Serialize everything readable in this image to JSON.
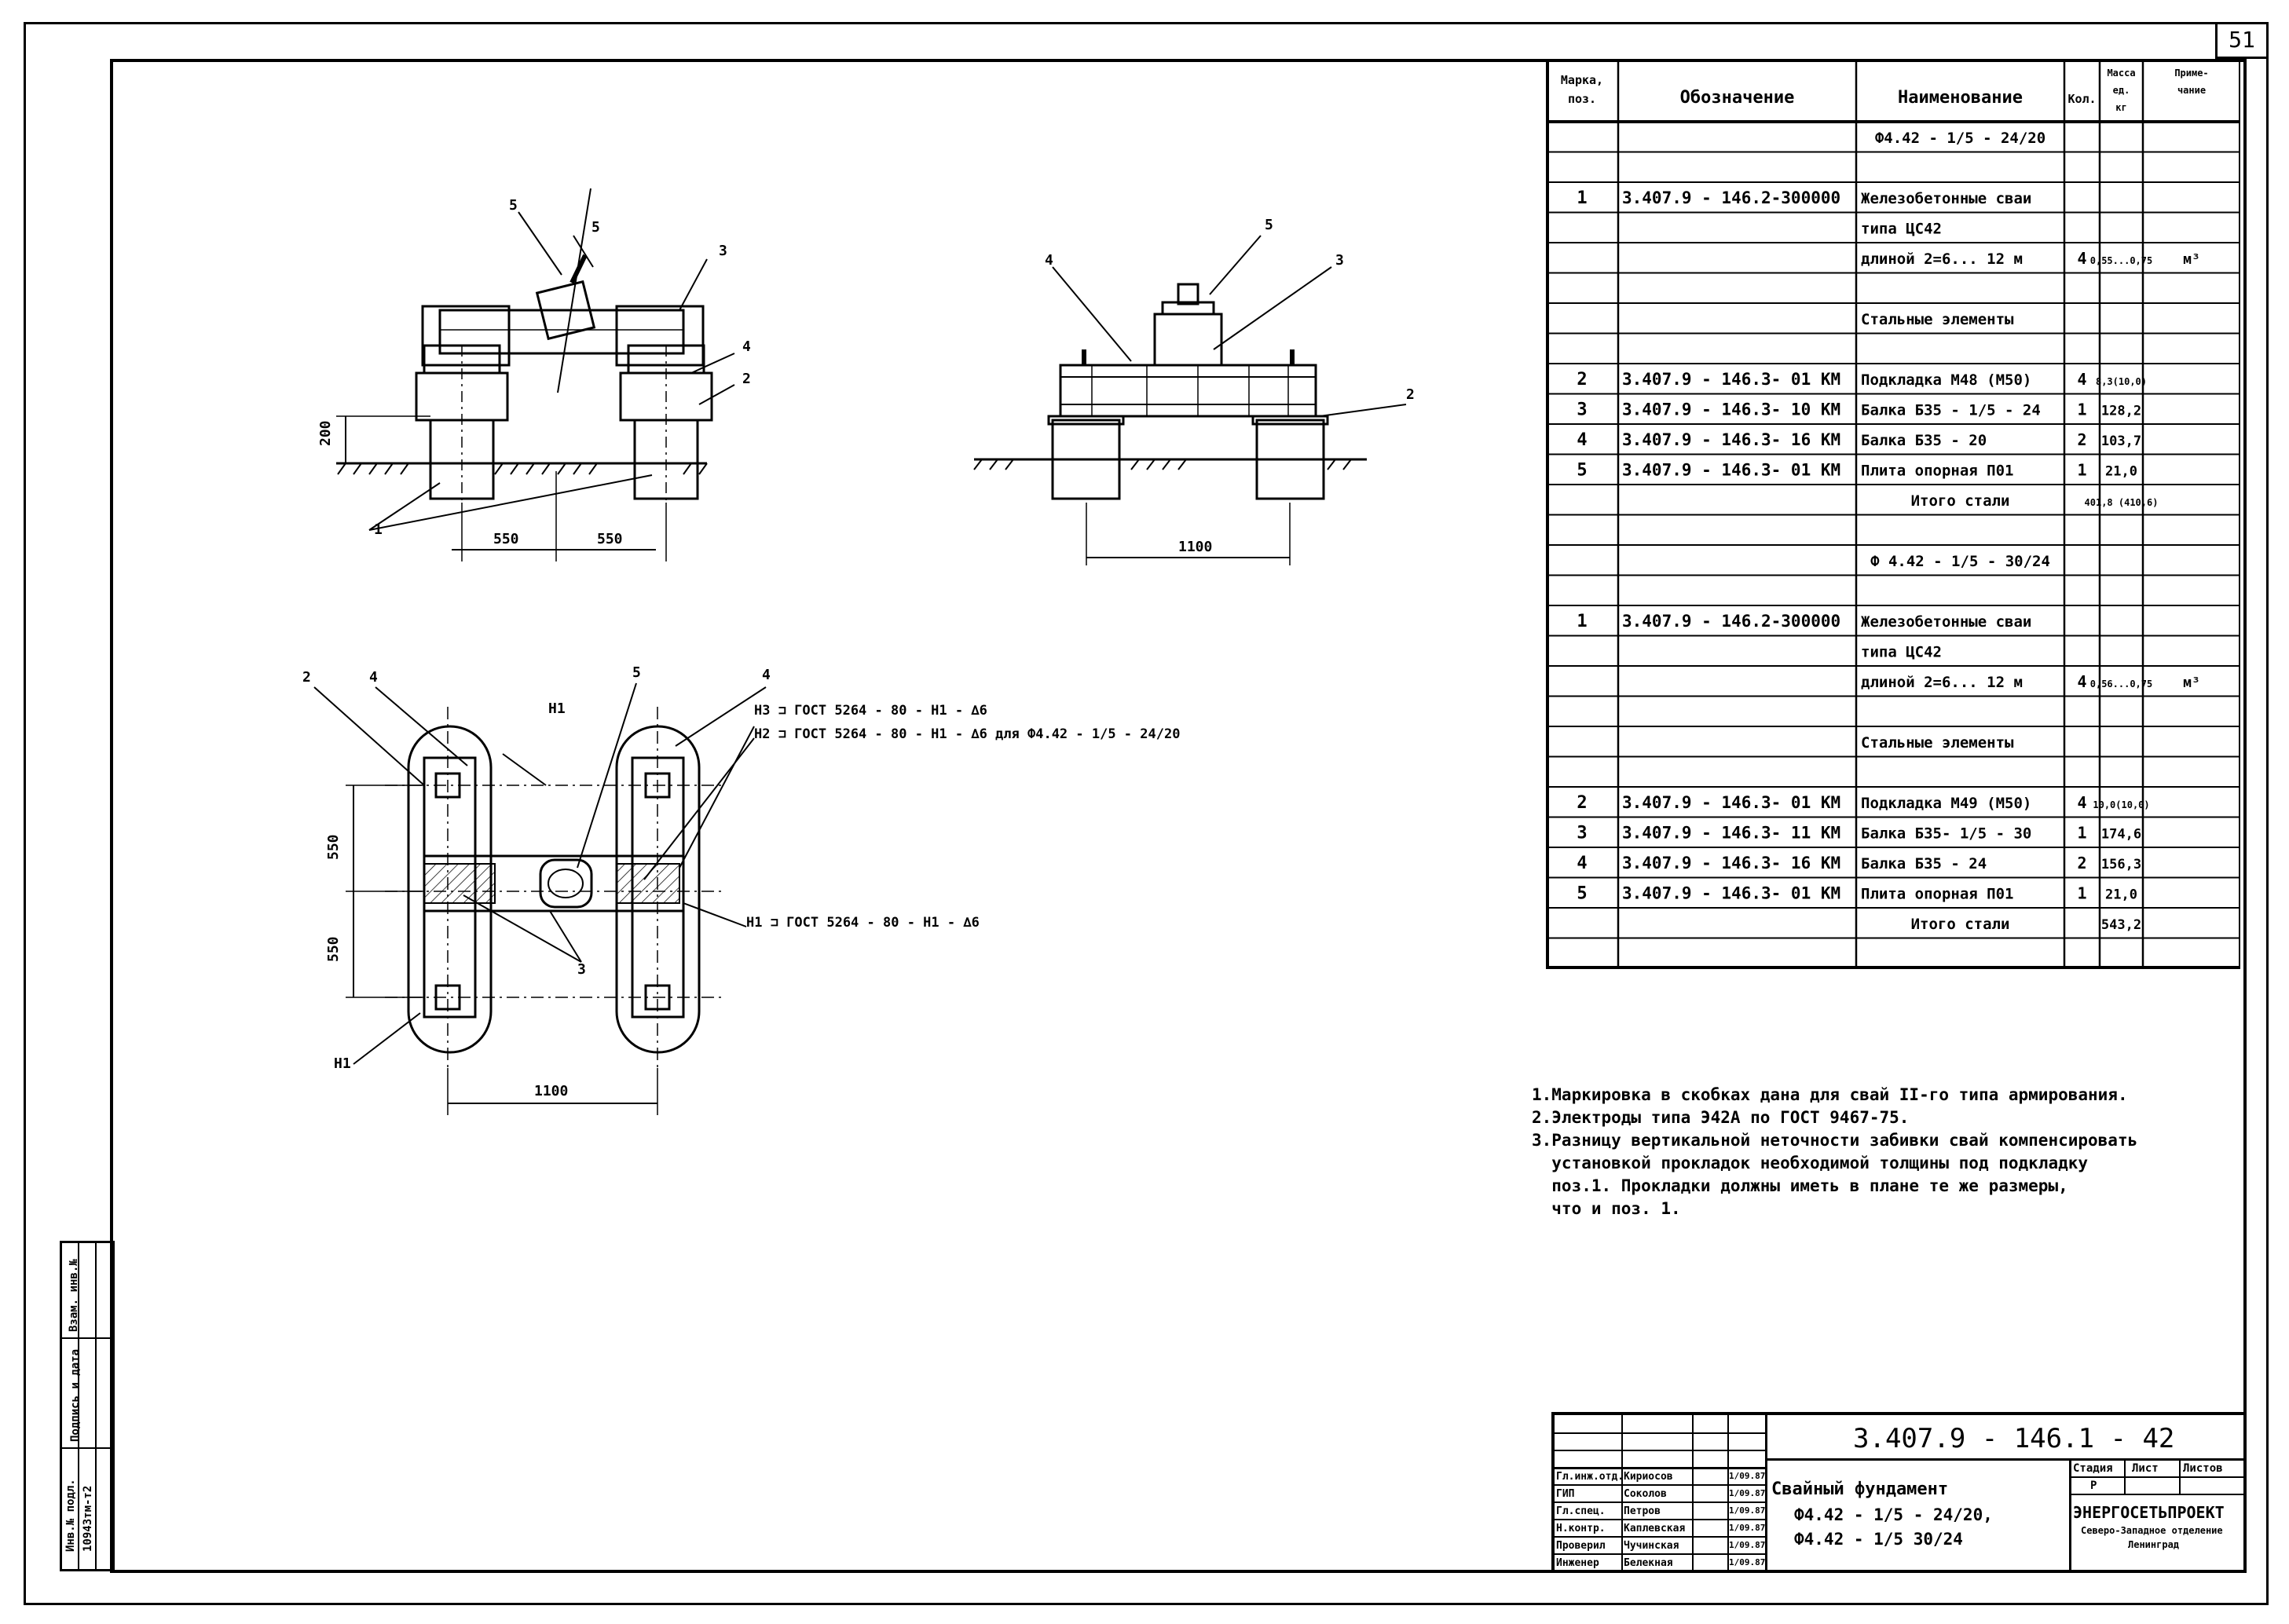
{
  "sheet_number": "51",
  "spec_table": {
    "headers": [
      "Марка, поз.",
      "Обозначение",
      "Наименование",
      "Кол.",
      "Масса ед. кг",
      "Приме- чание"
    ],
    "rows": [
      {
        "pos": "",
        "code": "",
        "name": "Ф4.42 - 1/5 - 24/20",
        "qty": "",
        "mass": "",
        "note": ""
      },
      {
        "pos": "",
        "code": "",
        "name": "",
        "qty": "",
        "mass": "",
        "note": ""
      },
      {
        "pos": "1",
        "code": "3.407.9 - 146.2-300000",
        "name": "Железобетонные сваи",
        "qty": "",
        "mass": "",
        "note": ""
      },
      {
        "pos": "",
        "code": "",
        "name": "типа ЦС42",
        "qty": "",
        "mass": "",
        "note": ""
      },
      {
        "pos": "",
        "code": "",
        "name": "длиной 2=6... 12 м",
        "qty": "4",
        "mass": "0,55...0,75",
        "note": "м³"
      },
      {
        "pos": "",
        "code": "",
        "name": "",
        "qty": "",
        "mass": "",
        "note": ""
      },
      {
        "pos": "",
        "code": "",
        "name": "Стальные элементы",
        "qty": "",
        "mass": "",
        "note": ""
      },
      {
        "pos": "",
        "code": "",
        "name": "",
        "qty": "",
        "mass": "",
        "note": ""
      },
      {
        "pos": "2",
        "code": "3.407.9 - 146.3- 01 КМ",
        "name": "Подкладка М48 (М50)",
        "qty": "4",
        "mass": "8,3(10,0)",
        "note": ""
      },
      {
        "pos": "3",
        "code": "3.407.9 - 146.3- 10 КМ",
        "name": "Балка Б35 - 1/5 - 24",
        "qty": "1",
        "mass": "128,2",
        "note": ""
      },
      {
        "pos": "4",
        "code": "3.407.9 - 146.3- 16 КМ",
        "name": "Балка Б35 - 20",
        "qty": "2",
        "mass": "103,7",
        "note": ""
      },
      {
        "pos": "5",
        "code": "3.407.9 - 146.3- 01 КМ",
        "name": "Плита опорная П01",
        "qty": "1",
        "mass": "21,0",
        "note": ""
      },
      {
        "pos": "",
        "code": "",
        "name": "Итого стали",
        "qty": "",
        "mass": "401,8 (410,6)",
        "note": ""
      },
      {
        "pos": "",
        "code": "",
        "name": "",
        "qty": "",
        "mass": "",
        "note": ""
      },
      {
        "pos": "",
        "code": "",
        "name": "Ф 4.42 - 1/5 - 30/24",
        "qty": "",
        "mass": "",
        "note": ""
      },
      {
        "pos": "",
        "code": "",
        "name": "",
        "qty": "",
        "mass": "",
        "note": ""
      },
      {
        "pos": "1",
        "code": "3.407.9 - 146.2-300000",
        "name": "Железобетонные сваи",
        "qty": "",
        "mass": "",
        "note": ""
      },
      {
        "pos": "",
        "code": "",
        "name": "типа ЦС42",
        "qty": "",
        "mass": "",
        "note": ""
      },
      {
        "pos": "",
        "code": "",
        "name": "длиной 2=6... 12 м",
        "qty": "4",
        "mass": "0,56...0,75",
        "note": "м³"
      },
      {
        "pos": "",
        "code": "",
        "name": "",
        "qty": "",
        "mass": "",
        "note": ""
      },
      {
        "pos": "",
        "code": "",
        "name": "Стальные элементы",
        "qty": "",
        "mass": "",
        "note": ""
      },
      {
        "pos": "",
        "code": "",
        "name": "",
        "qty": "",
        "mass": "",
        "note": ""
      },
      {
        "pos": "2",
        "code": "3.407.9 - 146.3- 01 КМ",
        "name": "Подкладка М49 (М50)",
        "qty": "4",
        "mass": "10,0(10,0)",
        "note": ""
      },
      {
        "pos": "3",
        "code": "3.407.9 - 146.3- 11 КМ",
        "name": "Балка Б35- 1/5 - 30",
        "qty": "1",
        "mass": "174,6",
        "note": ""
      },
      {
        "pos": "4",
        "code": "3.407.9 - 146.3- 16 КМ",
        "name": "Балка Б35 - 24",
        "qty": "2",
        "mass": "156,3",
        "note": ""
      },
      {
        "pos": "5",
        "code": "3.407.9 - 146.3- 01 КМ",
        "name": "Плита опорная П01",
        "qty": "1",
        "mass": "21,0",
        "note": ""
      },
      {
        "pos": "",
        "code": "",
        "name": "Итого стали",
        "qty": "",
        "mass": "543,2",
        "note": ""
      },
      {
        "pos": "",
        "code": "",
        "name": "",
        "qty": "",
        "mass": "",
        "note": ""
      }
    ]
  },
  "drawing": {
    "elevation_left": {
      "dim_height": "200",
      "dim_left": "550",
      "dim_right": "550"
    },
    "elevation_right": {
      "dim_width": "1100"
    },
    "plan": {
      "dim_top": "550",
      "dim_bottom": "550",
      "dim_width": "1100",
      "weld_note_1": "Н3 ⊐ ГОСТ 5264 - 80 - Н1 - ∆6",
      "weld_note_2": "Н2 ⊐ ГОСТ 5264 - 80 - Н1 - ∆6 для Ф4.42 - 1/5 - 24/20",
      "weld_note_3": "Н1 ⊐ ГОСТ 5264 - 80 - Н1 - ∆6",
      "label_n1": "Н1"
    }
  },
  "notes": [
    "1.Маркировка в скобках дана для свай II-го типа армирования.",
    "2.Электроды типа Э42А по ГОСТ 9467-75.",
    "3.Разницу вертикальной неточности забивки свай компенсировать",
    "  установкой прокладок необходимой толщины под подкладку",
    "  поз.1. Прокладки должны иметь в плане те же размеры,",
    "  что и поз. 1."
  ],
  "title_block": {
    "doc_code": "3.407.9 - 146.1 - 42",
    "title_line1": "Свайный фундамент",
    "title_line2": "Ф4.42 - 1/5 - 24/20,",
    "title_line3": "Ф4.42 - 1/5   30/24",
    "stage_header": "Стадия",
    "sheet_header": "Лист",
    "sheets_header": "Листов",
    "stage_value": "Р",
    "org_line1": "ЭНЕРГОСЕТЬПРОЕКТ",
    "org_line2": "Северо-Западное отделение",
    "org_line3": "Ленинград",
    "signatures": [
      {
        "role": "Гл.инж.отд.",
        "name": "Кириосов",
        "date": "1/09.87"
      },
      {
        "role": "ГИП",
        "name": "Соколов",
        "date": "1/09.87"
      },
      {
        "role": "Гл.спец.",
        "name": "Петров",
        "date": "1/09.87"
      },
      {
        "role": "Н.контр.",
        "name": "Каплевская",
        "date": "1/09.87"
      },
      {
        "role": "Проверил",
        "name": "Чучинская",
        "date": "1/09.87"
      },
      {
        "role": "Инженер",
        "name": "Белекная",
        "date": "1/09.87"
      }
    ]
  },
  "side_stamp": {
    "col1": "Инв.№ подл.",
    "col2": "Подпись и дата",
    "col3": "Взам. инв.№",
    "value": "10943тм-т2"
  }
}
